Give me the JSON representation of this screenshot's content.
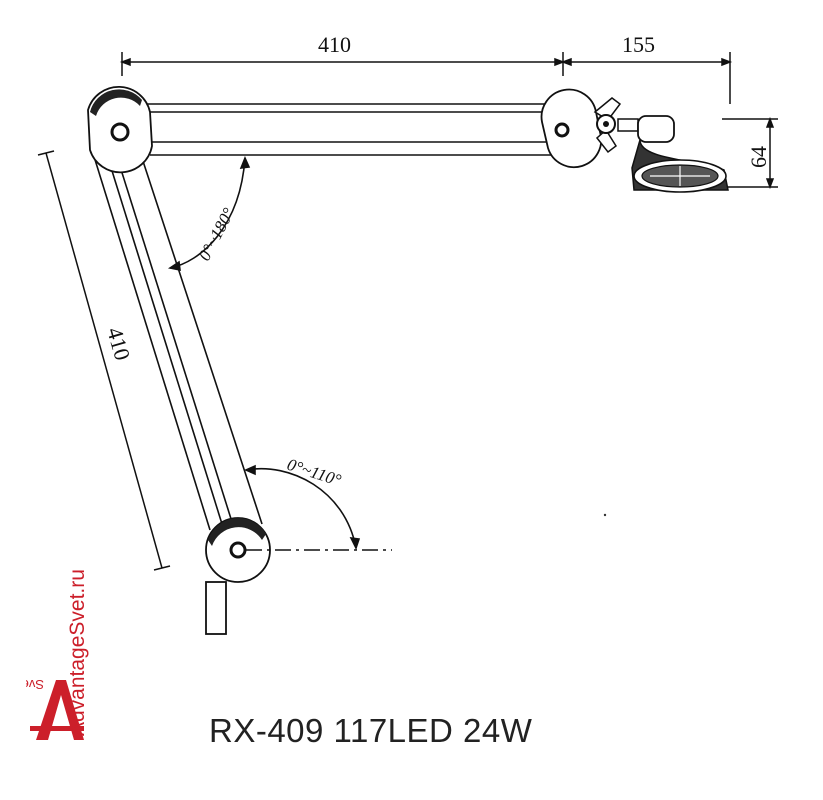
{
  "dimensions": {
    "upper_arm_length": "410",
    "head_offset": "155",
    "head_height": "64",
    "lower_arm_length": "410"
  },
  "angles": {
    "upper_joint": "0°~180°",
    "lower_joint": "0°~110°"
  },
  "caption": "RX-409 117LED 24W",
  "watermark": {
    "text": "AdvantageSvet.ru",
    "subtext": "Svet",
    "color": "#cc1f2a"
  },
  "colors": {
    "line": "#111111",
    "shade": "#222222"
  }
}
